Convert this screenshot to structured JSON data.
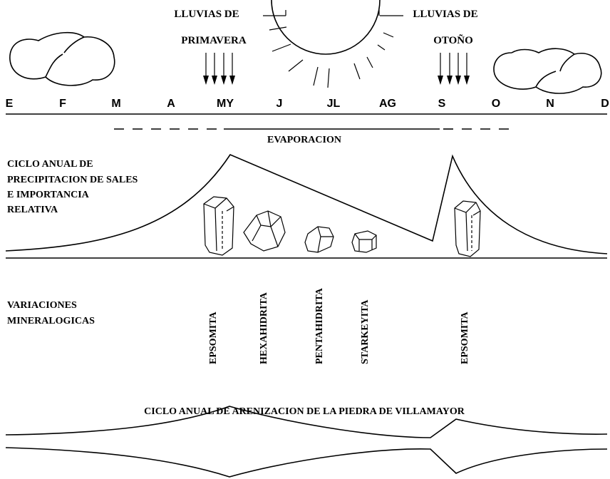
{
  "rain": {
    "spring": [
      "LLUVIAS DE",
      "PRIMAVERA"
    ],
    "autumn": [
      "LLUVIAS DE",
      "OTOÑO"
    ]
  },
  "months": [
    "E",
    "F",
    "M",
    "A",
    "MY",
    "J",
    "JL",
    "AG",
    "S",
    "O",
    "N",
    "D"
  ],
  "evaporation_label": "EVAPORACION",
  "precipitation_title": [
    "CICLO ANUAL DE",
    "PRECIPITACION DE SALES",
    "E IMPORTANCIA",
    "RELATIVA"
  ],
  "variations_title": [
    "VARIACIONES",
    "MINERALOGICAS"
  ],
  "minerals": [
    "EPSOMITA",
    "HEXAHIDRITA",
    "PENTAHIDRITA",
    "STARKEYITA",
    "EPSOMITA"
  ],
  "arenization_title": "CICLO ANUAL DE ARENIZACION DE LA PIEDRA DE VILLAMAYOR"
}
